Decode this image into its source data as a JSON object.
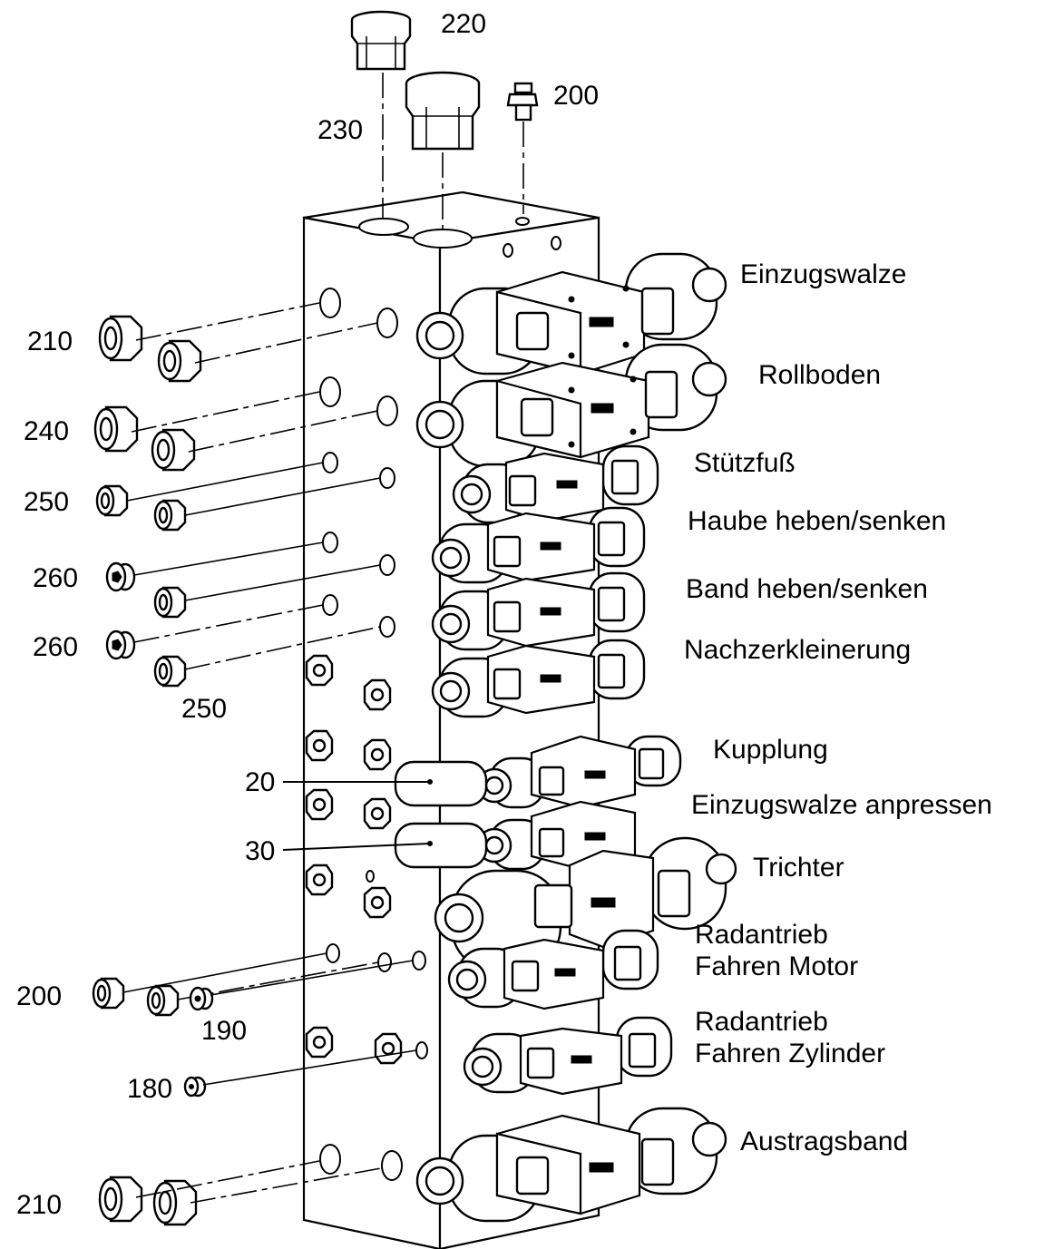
{
  "labels": {
    "p220": "220",
    "p230": "230",
    "p200_top": "200",
    "p210_top": "210",
    "p240": "240",
    "p250_a": "250",
    "p260_a": "260",
    "p260_b": "260",
    "p250_b": "250",
    "p20": "20",
    "p30": "30",
    "p200_low": "200",
    "p190": "190",
    "p180": "180",
    "p210_bottom": "210"
  },
  "valves": [
    {
      "label": "Einzugswalze"
    },
    {
      "label": "Rollboden"
    },
    {
      "label": "Stützfuß"
    },
    {
      "label": "Haube heben/senken"
    },
    {
      "label": "Band heben/senken"
    },
    {
      "label": "Nachzerkleinerung"
    },
    {
      "label": "Kupplung"
    },
    {
      "label": "Einzugswalze anpressen"
    },
    {
      "label": "Trichter"
    },
    {
      "label": "Radantrieb",
      "label2": "Fahren Motor"
    },
    {
      "label": "Radantrieb",
      "label2": "Fahren Zylinder"
    },
    {
      "label": "Austragsband"
    }
  ]
}
